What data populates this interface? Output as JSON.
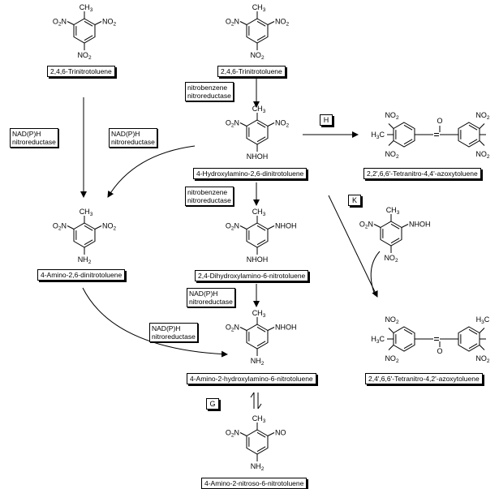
{
  "compounds": {
    "tnt_left": "2,4,6-Trinitrotoluene",
    "tnt_center": "2,4,6-Trinitrotoluene",
    "hadnt4": "4-Hydroxylamino-2,6-dinitrotoluene",
    "adnt4": "4-Amino-2,6-dinitrotoluene",
    "dhant24": "2,4-Dihydroxylamino-6-nitrotoluene",
    "ahant": "4-Amino-2-hydroxylamino-6-nitrotoluene",
    "anit": "4-Amino-2-nitroso-6-nitrotoluene",
    "azoxy44": "2,2',6,6'-Tetranitro-4,4'-azoxytoluene",
    "azoxy42": "2,4',6,6'-Tetranitro-4,2'-azoxytoluene"
  },
  "enzymes": {
    "left1": [
      "NAD(P)H",
      "nitroreductase"
    ],
    "left2": [
      "NAD(P)H",
      "nitroreductase"
    ],
    "center1": [
      "nitrobenzene",
      "nitroreductase"
    ],
    "center2": [
      "nitrobenzene",
      "nitroreductase"
    ],
    "center3": [
      "NAD(P)H",
      "nitroreductase"
    ],
    "center4": [
      "NAD(P)H",
      "nitroreductase"
    ]
  },
  "steps": {
    "h": "H",
    "k": "K",
    "g": "G"
  },
  "groups": {
    "ch3": "CH3",
    "h3c": "H3C",
    "no2": "NO2",
    "o2n": "O2N",
    "nh2": "NH2",
    "nhoh": "NHOH",
    "no": "NO",
    "o": "O"
  }
}
